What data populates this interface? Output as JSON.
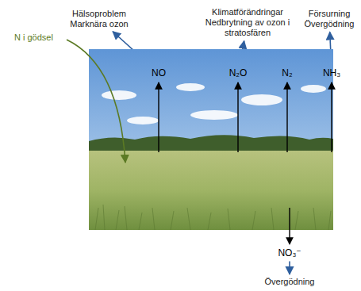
{
  "diagram": {
    "nodes": [
      {
        "text": [
          "Hälsoproblem Marknära ozon"
        ]
      },
      {
        "text": [
          "Klimatförändringar Nedbrytning av ozon i stratosfären"
        ]
      },
      {
        "text": [
          "Försurning Övergödning"
        ]
      },
      {
        "text": [
          "NO"
        ]
      },
      {
        "text": [
          "N₂O"
        ]
      },
      {
        "text": [
          "N₂"
        ]
      },
      {
        "text": [
          "NH₃"
        ]
      },
      {
        "text": [
          "NO₃⁻"
        ]
      },
      {
        "text": [
          "Övergödning"
        ]
      },
      {
        "text": [
          "N i gödsel"
        ]
      }
    ],
    "edges": [
      {
        "from": 3,
        "to": 0,
        "arrow": "to"
      },
      {
        "from": 4,
        "to": 1,
        "arrow": "to"
      },
      {
        "from": 6,
        "to": 2,
        "arrow": "to"
      },
      {
        "from": 7,
        "to": 8,
        "arrow": "to"
      }
    ]
  }
}
